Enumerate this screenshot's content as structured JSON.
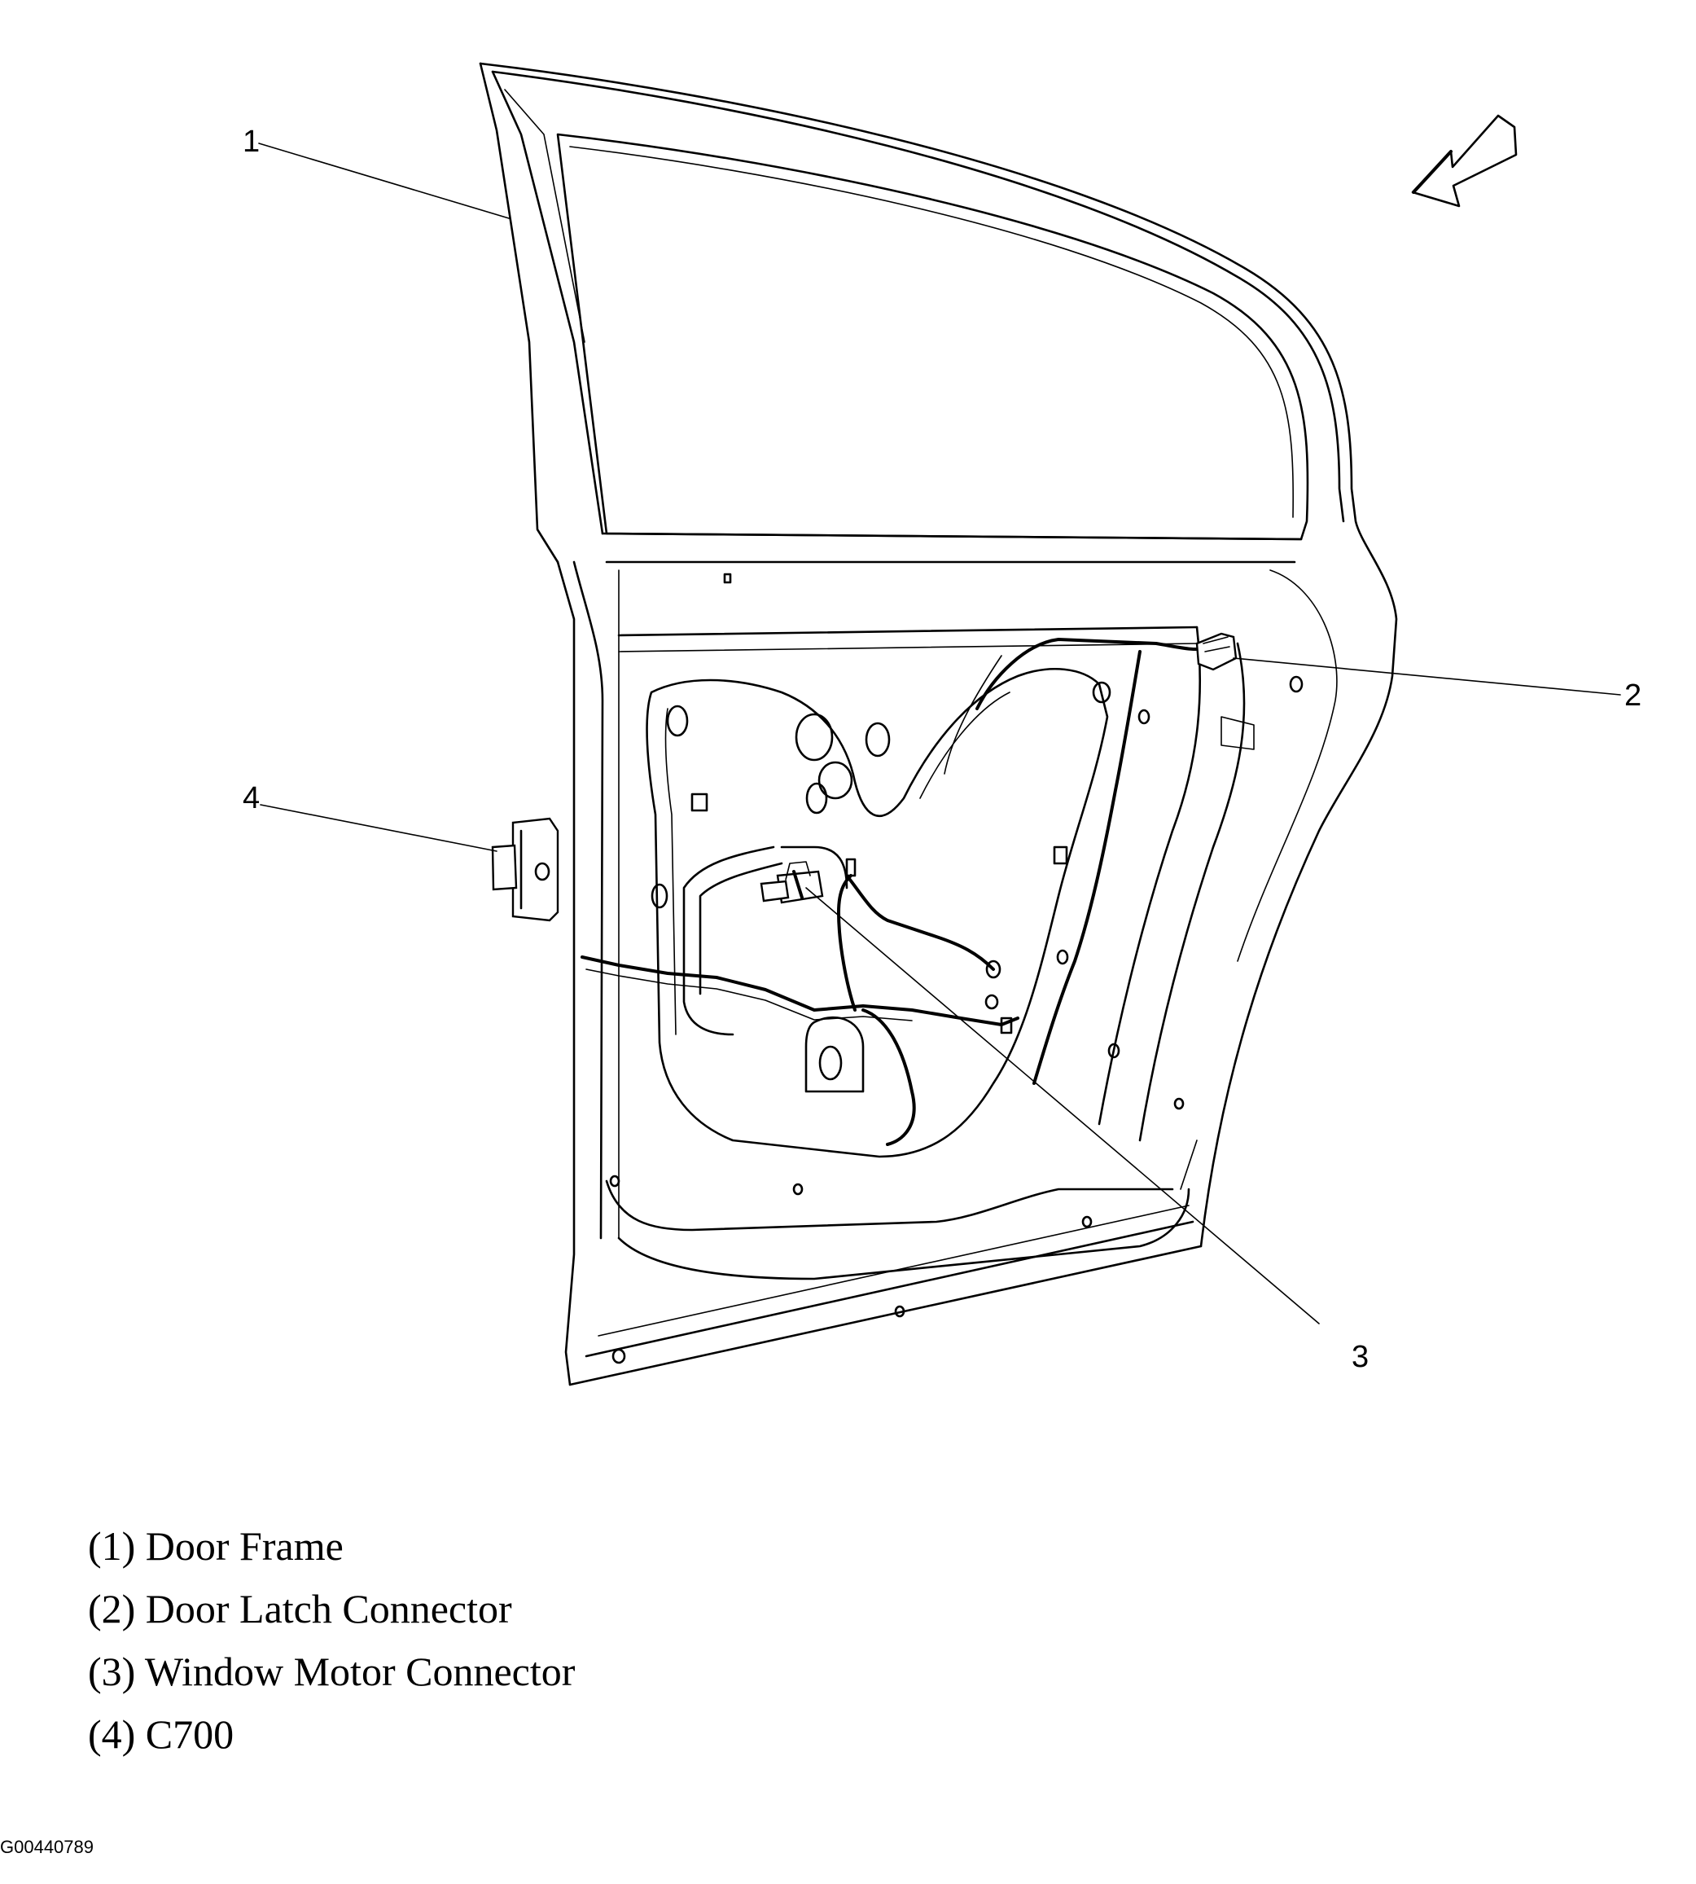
{
  "callouts": [
    {
      "number": "1"
    },
    {
      "number": "2"
    },
    {
      "number": "3"
    },
    {
      "number": "4"
    }
  ],
  "legend": [
    {
      "text": "(1) Door Frame"
    },
    {
      "text": "(2) Door Latch Connector"
    },
    {
      "text": "(3) Window Motor Connector"
    },
    {
      "text": "(4) C700"
    }
  ],
  "figure_id": "G00440789",
  "icons": {
    "direction": "front-direction-arrow-icon"
  }
}
